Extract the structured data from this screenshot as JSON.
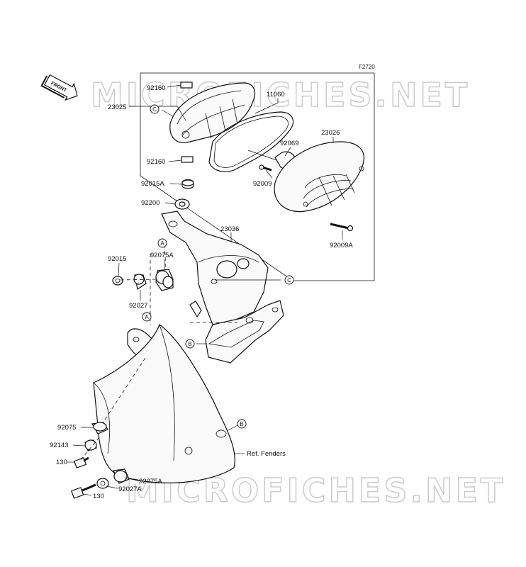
{
  "diagram": {
    "code": "F2720",
    "front_label": "FRONT",
    "watermark": "MICROFICHES.NET",
    "parts": {
      "p92160_top": "92160",
      "p23025": "23025",
      "p11060": "11060",
      "p23026": "23026",
      "p92069": "92069",
      "p92160_bottom": "92160",
      "p92009": "92009",
      "p92015A": "92015A",
      "p92200": "92200",
      "p23036": "23036",
      "p92009A": "92009A",
      "p92015": "92015",
      "p92075A_top": "92075A",
      "p92027": "92027",
      "p92075": "92075",
      "p92143": "92143",
      "p130_a": "130",
      "p92075A_bottom": "92075A",
      "p92027A": "92027A",
      "p130_b": "130",
      "ref_fenders": "Ref. Fenders"
    },
    "callouts": {
      "A1": "A",
      "A2": "A",
      "B1": "B",
      "B2": "B",
      "C1": "C",
      "C2": "C"
    }
  }
}
